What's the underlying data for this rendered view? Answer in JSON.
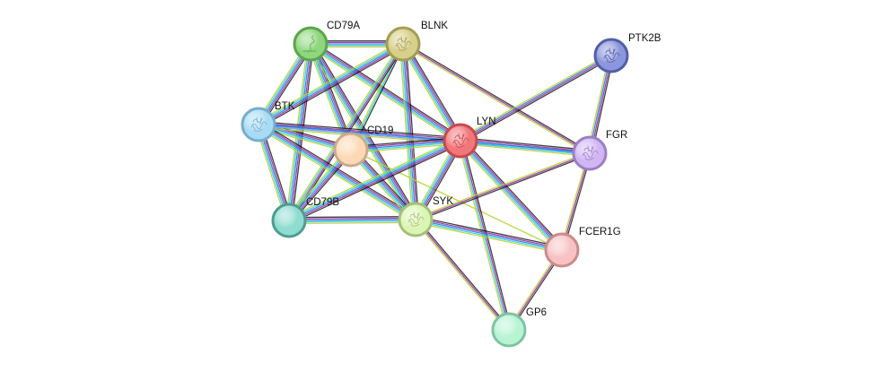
{
  "network": {
    "nodes": [
      {
        "id": "CD79A",
        "label": "CD79A",
        "fill": "#8fd67e",
        "stroke": "#5aa64a",
        "icon": "protein-coil-icon"
      },
      {
        "id": "BLNK",
        "label": "BLNK",
        "fill": "#d6d08a",
        "stroke": "#a49d55",
        "icon": "protein-structure-icon"
      },
      {
        "id": "PTK2B",
        "label": "PTK2B",
        "fill": "#8c96dc",
        "stroke": "#525ea8",
        "icon": "protein-structure-icon"
      },
      {
        "id": "BTK",
        "label": "BTK",
        "fill": "#a9dcf4",
        "stroke": "#74aece",
        "icon": "protein-structure-icon"
      },
      {
        "id": "CD19",
        "label": "CD19",
        "fill": "#fcd9b4",
        "stroke": "#c9ab89",
        "icon": ""
      },
      {
        "id": "LYN",
        "label": "LYN",
        "fill": "#f2777b",
        "stroke": "#c44a50",
        "icon": "protein-structure-icon"
      },
      {
        "id": "FGR",
        "label": "FGR",
        "fill": "#d0b7f2",
        "stroke": "#9c7ec8",
        "icon": "protein-structure-icon"
      },
      {
        "id": "CD79B",
        "label": "CD79B",
        "fill": "#8fdcd0",
        "stroke": "#4f9c90",
        "icon": ""
      },
      {
        "id": "SYK",
        "label": "SYK",
        "fill": "#dbf5b4",
        "stroke": "#a4c07a",
        "icon": "protein-structure-icon"
      },
      {
        "id": "FCER1G",
        "label": "FCER1G",
        "fill": "#f8c2c2",
        "stroke": "#c98c8c",
        "icon": ""
      },
      {
        "id": "GP6",
        "label": "GP6",
        "fill": "#b8f4d4",
        "stroke": "#7cc4a0",
        "icon": ""
      }
    ],
    "edges": [
      {
        "source": "CD79A",
        "target": "BLNK",
        "evidence": [
          "#000000",
          "#9b2fa0",
          "#2b7de0",
          "#32cde0",
          "#b6d334"
        ]
      },
      {
        "source": "CD79A",
        "target": "BTK",
        "evidence": [
          "#000000",
          "#9b2fa0",
          "#2b7de0",
          "#32cde0",
          "#b6d334"
        ]
      },
      {
        "source": "CD79A",
        "target": "CD19",
        "evidence": [
          "#000000",
          "#9b2fa0",
          "#2b7de0",
          "#32cde0",
          "#b6d334"
        ]
      },
      {
        "source": "CD79A",
        "target": "LYN",
        "evidence": [
          "#000000",
          "#9b2fa0",
          "#2b7de0",
          "#32cde0",
          "#b6d334"
        ]
      },
      {
        "source": "CD79A",
        "target": "CD79B",
        "evidence": [
          "#000000",
          "#9b2fa0",
          "#2b7de0",
          "#32cde0",
          "#b6d334"
        ]
      },
      {
        "source": "CD79A",
        "target": "SYK",
        "evidence": [
          "#000000",
          "#9b2fa0",
          "#2b7de0",
          "#32cde0",
          "#b6d334"
        ]
      },
      {
        "source": "BLNK",
        "target": "BTK",
        "evidence": [
          "#000000",
          "#9b2fa0",
          "#2b7de0",
          "#32cde0",
          "#b6d334"
        ]
      },
      {
        "source": "BLNK",
        "target": "CD19",
        "evidence": [
          "#000000",
          "#32cde0",
          "#b6d334"
        ]
      },
      {
        "source": "BLNK",
        "target": "LYN",
        "evidence": [
          "#000000",
          "#9b2fa0",
          "#2b7de0",
          "#32cde0",
          "#b6d334"
        ]
      },
      {
        "source": "BLNK",
        "target": "CD79B",
        "evidence": [
          "#000000",
          "#9b2fa0",
          "#32cde0",
          "#b6d334"
        ]
      },
      {
        "source": "BLNK",
        "target": "SYK",
        "evidence": [
          "#000000",
          "#9b2fa0",
          "#2b7de0",
          "#32cde0",
          "#b6d334"
        ]
      },
      {
        "source": "BLNK",
        "target": "FGR",
        "evidence": [
          "#000000",
          "#9b2fa0",
          "#b6d334"
        ]
      },
      {
        "source": "PTK2B",
        "target": "LYN",
        "evidence": [
          "#000000",
          "#9b2fa0",
          "#2b7de0",
          "#b6d334"
        ]
      },
      {
        "source": "PTK2B",
        "target": "FGR",
        "evidence": [
          "#000000",
          "#9b2fa0",
          "#2b7de0",
          "#b6d334"
        ]
      },
      {
        "source": "BTK",
        "target": "CD19",
        "evidence": [
          "#000000",
          "#9b2fa0",
          "#2b7de0",
          "#32cde0",
          "#b6d334"
        ]
      },
      {
        "source": "BTK",
        "target": "LYN",
        "evidence": [
          "#000000",
          "#9b2fa0",
          "#2b7de0",
          "#32cde0",
          "#b6d334"
        ]
      },
      {
        "source": "BTK",
        "target": "CD79B",
        "evidence": [
          "#000000",
          "#9b2fa0",
          "#2b7de0",
          "#32cde0",
          "#b6d334"
        ]
      },
      {
        "source": "BTK",
        "target": "SYK",
        "evidence": [
          "#000000",
          "#9b2fa0",
          "#2b7de0",
          "#32cde0",
          "#b6d334"
        ]
      },
      {
        "source": "BTK",
        "target": "FGR",
        "evidence": [
          "#2b7de0",
          "#9b9be6"
        ]
      },
      {
        "source": "CD19",
        "target": "LYN",
        "evidence": [
          "#000000",
          "#9b2fa0",
          "#2b7de0",
          "#32cde0",
          "#b6d334"
        ]
      },
      {
        "source": "CD19",
        "target": "CD79B",
        "evidence": [
          "#000000",
          "#9b2fa0",
          "#2b7de0",
          "#32cde0",
          "#b6d334"
        ]
      },
      {
        "source": "CD19",
        "target": "SYK",
        "evidence": [
          "#000000",
          "#9b2fa0",
          "#2b7de0",
          "#32cde0",
          "#b6d334"
        ]
      },
      {
        "source": "CD19",
        "target": "FCER1G",
        "evidence": [
          "#b6d334"
        ]
      },
      {
        "source": "LYN",
        "target": "FGR",
        "evidence": [
          "#000000",
          "#9b2fa0",
          "#2b7de0",
          "#32cde0",
          "#b6d334"
        ]
      },
      {
        "source": "LYN",
        "target": "CD79B",
        "evidence": [
          "#000000",
          "#9b2fa0",
          "#2b7de0",
          "#32cde0",
          "#b6d334"
        ]
      },
      {
        "source": "LYN",
        "target": "SYK",
        "evidence": [
          "#000000",
          "#9b2fa0",
          "#2b7de0",
          "#32cde0",
          "#b6d334"
        ]
      },
      {
        "source": "LYN",
        "target": "FCER1G",
        "evidence": [
          "#000000",
          "#9b2fa0",
          "#2b7de0",
          "#32cde0",
          "#b6d334"
        ]
      },
      {
        "source": "LYN",
        "target": "GP6",
        "evidence": [
          "#000000",
          "#9b2fa0",
          "#32cde0",
          "#b6d334"
        ]
      },
      {
        "source": "FGR",
        "target": "SYK",
        "evidence": [
          "#000000",
          "#9b2fa0",
          "#b6d334"
        ]
      },
      {
        "source": "FGR",
        "target": "FCER1G",
        "evidence": [
          "#000000",
          "#9b2fa0",
          "#b6d334"
        ]
      },
      {
        "source": "CD79B",
        "target": "SYK",
        "evidence": [
          "#000000",
          "#9b2fa0",
          "#2b7de0",
          "#32cde0",
          "#b6d334"
        ]
      },
      {
        "source": "SYK",
        "target": "FCER1G",
        "evidence": [
          "#000000",
          "#9b2fa0",
          "#2b7de0",
          "#32cde0",
          "#b6d334"
        ]
      },
      {
        "source": "SYK",
        "target": "GP6",
        "evidence": [
          "#000000",
          "#9b2fa0",
          "#b6d334"
        ]
      },
      {
        "source": "FCER1G",
        "target": "GP6",
        "evidence": [
          "#000000",
          "#9b2fa0",
          "#b6d334"
        ]
      },
      {
        "source": "SYK",
        "target": "BLNK",
        "evidence": []
      }
    ]
  }
}
